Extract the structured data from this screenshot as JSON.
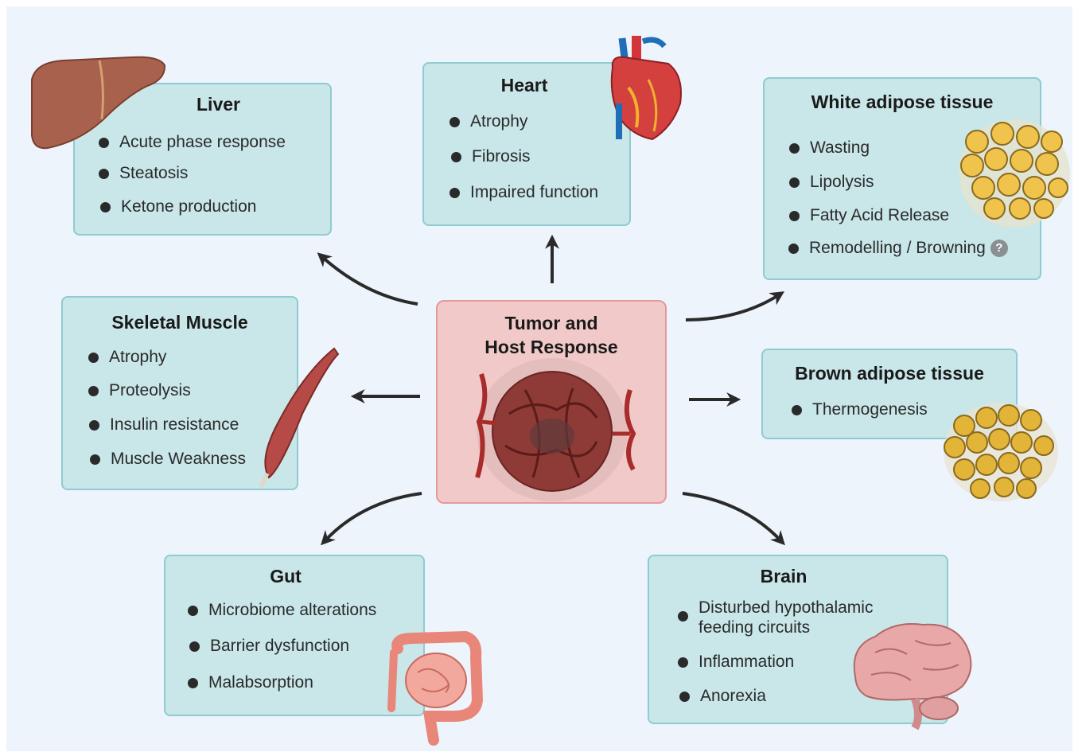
{
  "center": {
    "title_line1": "Tumor and",
    "title_line2": "Host Response"
  },
  "liver": {
    "title": "Liver",
    "items": [
      "Acute phase response",
      "Steatosis",
      "Ketone production"
    ]
  },
  "heart": {
    "title": "Heart",
    "items": [
      "Atrophy",
      "Fibrosis",
      "Impaired function"
    ]
  },
  "white_adipose": {
    "title": "White adipose tissue",
    "items": [
      "Wasting",
      "Lipolysis",
      "Fatty Acid Release",
      "Remodelling / Browning"
    ],
    "question_mark": "?"
  },
  "skeletal_muscle": {
    "title": "Skeletal Muscle",
    "items": [
      "Atrophy",
      "Proteolysis",
      "Insulin resistance",
      "Muscle Weakness"
    ]
  },
  "brown_adipose": {
    "title": "Brown adipose tissue",
    "items": [
      "Thermogenesis"
    ]
  },
  "gut": {
    "title": "Gut",
    "items": [
      "Microbiome alterations",
      "Barrier dysfunction",
      "Malabsorption"
    ]
  },
  "brain": {
    "title": "Brain",
    "items": [
      "Disturbed hypothalamic",
      "feeding circuits",
      "Inflammation",
      "Anorexia"
    ]
  },
  "colors": {
    "box_fill": "#c9e6e9",
    "box_border": "#8fcbd2",
    "center_fill": "#f2c9c9",
    "center_border": "#e39a9a",
    "arrow": "#2a2a2a",
    "background": "#eef4fb"
  }
}
